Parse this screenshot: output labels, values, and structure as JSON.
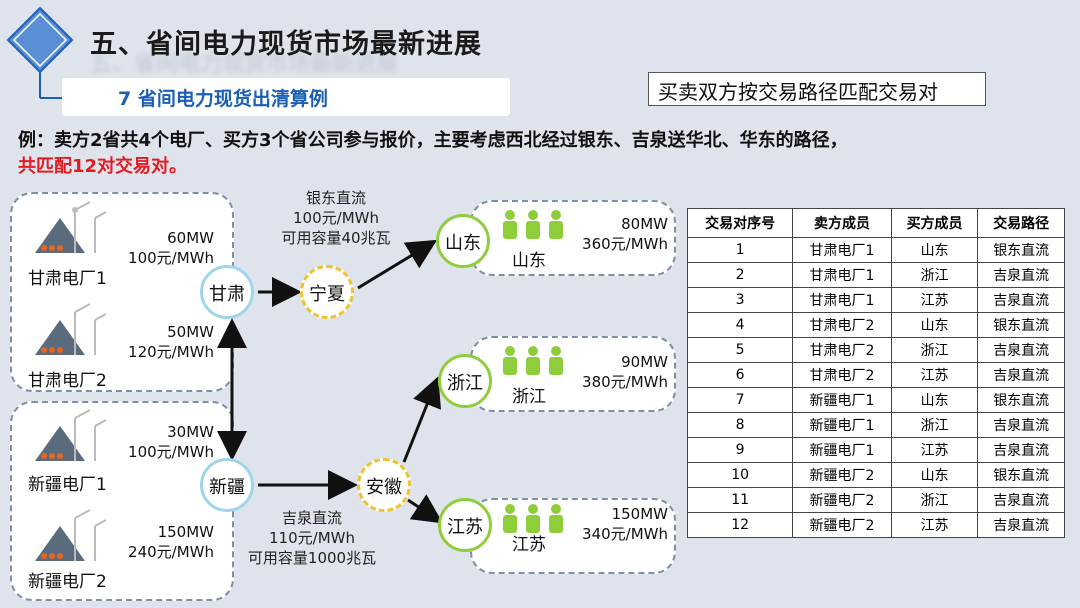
{
  "header": {
    "title": "五、省间电力现货市场最新进展",
    "subtitle": "7 省间电力现货出清算例",
    "rule": "买卖双方按交易路径匹配交易对"
  },
  "example": {
    "text": "例：卖方2省共4个电厂、买方3个省公司参与报价，主要考虑西北经过银东、吉泉送华北、华东的路径，",
    "highlight": "共匹配12对交易对。"
  },
  "sellers": [
    {
      "name": "甘肃电厂1",
      "mw": "60MW",
      "price": "100元/MWh"
    },
    {
      "name": "甘肃电厂2",
      "mw": "50MW",
      "price": "120元/MWh"
    },
    {
      "name": "新疆电厂1",
      "mw": "30MW",
      "price": "100元/MWh"
    },
    {
      "name": "新疆电厂2",
      "mw": "150MW",
      "price": "240元/MWh"
    }
  ],
  "nodes": {
    "gansu": "甘肃",
    "xinjiang": "新疆",
    "ningxia": "宁夏",
    "anhui": "安徽",
    "shandong": "山东",
    "zhejiang": "浙江",
    "jiangsu": "江苏"
  },
  "lines": {
    "yindong": {
      "name": "银东直流",
      "price": "100元/MWh",
      "capacity": "可用容量40兆瓦"
    },
    "jiquan": {
      "name": "吉泉直流",
      "price": "110元/MWh",
      "capacity": "可用容量1000兆瓦"
    }
  },
  "buyers": [
    {
      "name": "山东",
      "mw": "80MW",
      "price": "360元/MWh"
    },
    {
      "name": "浙江",
      "mw": "90MW",
      "price": "380元/MWh"
    },
    {
      "name": "江苏",
      "mw": "150MW",
      "price": "340元/MWh"
    }
  ],
  "table": {
    "headers": [
      "交易对序号",
      "卖方成员",
      "买方成员",
      "交易路径"
    ],
    "rows": [
      [
        "1",
        "甘肃电厂1",
        "山东",
        "银东直流"
      ],
      [
        "2",
        "甘肃电厂1",
        "浙江",
        "吉泉直流"
      ],
      [
        "3",
        "甘肃电厂1",
        "江苏",
        "吉泉直流"
      ],
      [
        "4",
        "甘肃电厂2",
        "山东",
        "银东直流"
      ],
      [
        "5",
        "甘肃电厂2",
        "浙江",
        "吉泉直流"
      ],
      [
        "6",
        "甘肃电厂2",
        "江苏",
        "吉泉直流"
      ],
      [
        "7",
        "新疆电厂1",
        "山东",
        "银东直流"
      ],
      [
        "8",
        "新疆电厂1",
        "浙江",
        "吉泉直流"
      ],
      [
        "9",
        "新疆电厂1",
        "江苏",
        "吉泉直流"
      ],
      [
        "10",
        "新疆电厂2",
        "山东",
        "银东直流"
      ],
      [
        "11",
        "新疆电厂2",
        "浙江",
        "吉泉直流"
      ],
      [
        "12",
        "新疆电厂2",
        "江苏",
        "吉泉直流"
      ]
    ]
  },
  "colors": {
    "accent": "#1a5fb4",
    "highlight": "#e31b23",
    "buyer_icon": "#8fce3b"
  }
}
